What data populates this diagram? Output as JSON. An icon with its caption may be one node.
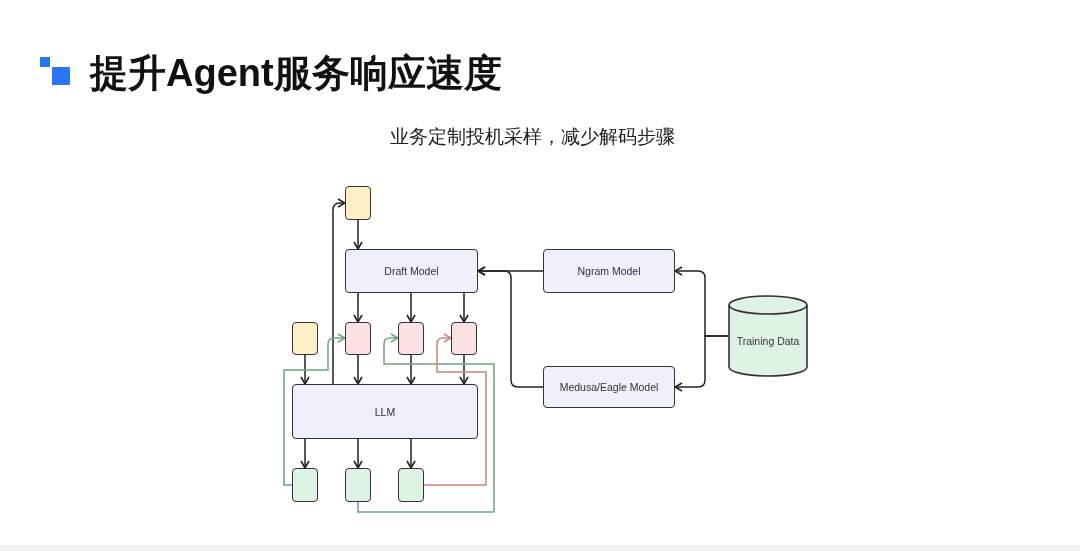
{
  "diagram": {
    "title": "提升Agent服务响应速度",
    "nodes": [
      {
        "text": [],
        "shape": "box"
      },
      {
        "text": [
          "Draft Model"
        ]
      },
      {
        "text": [
          "Ngram Model"
        ]
      },
      {
        "text": [],
        "shape": "box"
      },
      {
        "text": [],
        "shape": "box"
      },
      {
        "text": [],
        "shape": "box"
      },
      {
        "text": [],
        "shape": "box"
      },
      {
        "text": [
          "LLM"
        ]
      },
      {
        "text": [
          "Medusa/Eagle Model"
        ]
      },
      {
        "text": [
          "Training Data"
        ]
      },
      {
        "text": [],
        "shape": "box"
      },
      {
        "text": [],
        "shape": "box"
      },
      {
        "text": [],
        "shape": "box"
      }
    ],
    "edges": [
      {
        "from": 0,
        "to": 1,
        "arrow": "to"
      },
      {
        "from": 1,
        "to": 4,
        "arrow": "to"
      },
      {
        "from": 1,
        "to": 5,
        "arrow": "to"
      },
      {
        "from": 1,
        "to": 6,
        "arrow": "to"
      },
      {
        "from": 2,
        "to": 1,
        "arrow": "to"
      },
      {
        "from": 8,
        "to": 1,
        "arrow": "to"
      },
      {
        "from": 9,
        "to": 2,
        "arrow": "to"
      },
      {
        "from": 9,
        "to": 8,
        "arrow": "to"
      },
      {
        "from": 3,
        "to": 7,
        "arrow": "to"
      },
      {
        "from": 4,
        "to": 7,
        "arrow": "to"
      },
      {
        "from": 5,
        "to": 7,
        "arrow": "to"
      },
      {
        "from": 6,
        "to": 7,
        "arrow": "to"
      },
      {
        "from": 7,
        "to": 0,
        "arrow": "to"
      },
      {
        "from": 7,
        "to": 10,
        "arrow": "to"
      },
      {
        "from": 7,
        "to": 11,
        "arrow": "to"
      },
      {
        "from": 7,
        "to": 12,
        "arrow": "to"
      },
      {
        "from": 10,
        "to": 4,
        "arrow": "to",
        "color": "#6fa57f"
      },
      {
        "from": 11,
        "to": 5,
        "arrow": "to",
        "color": "#6fa57f"
      },
      {
        "from": 12,
        "to": 6,
        "arrow": "to",
        "color": "#cc8576"
      }
    ],
    "labels": [
      "业务定制投机采样，减少解码步骤"
    ]
  }
}
